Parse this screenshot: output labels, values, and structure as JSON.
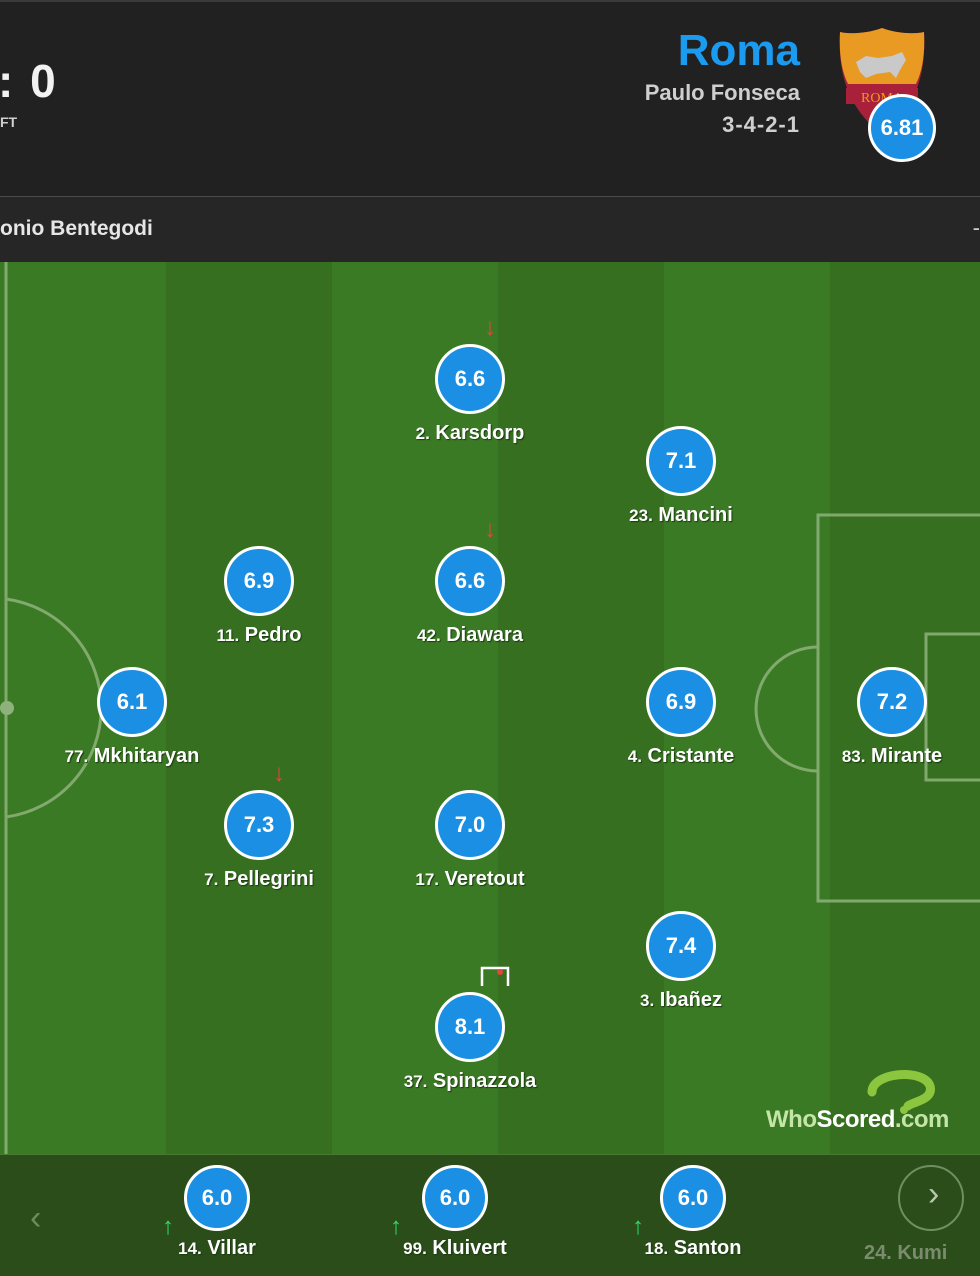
{
  "header": {
    "score": ": 0",
    "status": "FT",
    "team_name": "Roma",
    "manager": "Paulo Fonseca",
    "formation": "3-4-2-1",
    "team_rating": "6.81",
    "crest_icon": "roma-crest-icon"
  },
  "venue": {
    "name": "onio Bentegodi",
    "trailing": "-"
  },
  "players": [
    {
      "rating": "6.6",
      "number": "2.",
      "name": "Karsdorp",
      "event": "sub-off"
    },
    {
      "rating": "7.1",
      "number": "23.",
      "name": "Mancini",
      "event": ""
    },
    {
      "rating": "6.9",
      "number": "11.",
      "name": "Pedro",
      "event": ""
    },
    {
      "rating": "6.6",
      "number": "42.",
      "name": "Diawara",
      "event": "sub-off"
    },
    {
      "rating": "6.1",
      "number": "77.",
      "name": "Mkhitaryan",
      "event": ""
    },
    {
      "rating": "6.9",
      "number": "4.",
      "name": "Cristante",
      "event": ""
    },
    {
      "rating": "7.2",
      "number": "83.",
      "name": "Mirante",
      "event": ""
    },
    {
      "rating": "7.3",
      "number": "7.",
      "name": "Pellegrini",
      "event": "sub-off"
    },
    {
      "rating": "7.0",
      "number": "17.",
      "name": "Veretout",
      "event": ""
    },
    {
      "rating": "7.4",
      "number": "3.",
      "name": "Ibañez",
      "event": ""
    },
    {
      "rating": "8.1",
      "number": "37.",
      "name": "Spinazzola",
      "event": "goal"
    }
  ],
  "substitutes": [
    {
      "rating": "6.0",
      "number": "14.",
      "name": "Villar",
      "event": "sub-on"
    },
    {
      "rating": "6.0",
      "number": "99.",
      "name": "Kluivert",
      "event": "sub-on"
    },
    {
      "rating": "6.0",
      "number": "18.",
      "name": "Santon",
      "event": "sub-on"
    }
  ],
  "faded_substitute": "24. Kumi",
  "watermark": {
    "part1": "Who",
    "part2": "Scored",
    "part3": ".com"
  },
  "colors": {
    "rating_bubble": "#1a8fe3",
    "team_name": "#1a9bf0",
    "sub_off_arrow": "#e2463b",
    "sub_on_arrow": "#2fd96a"
  }
}
